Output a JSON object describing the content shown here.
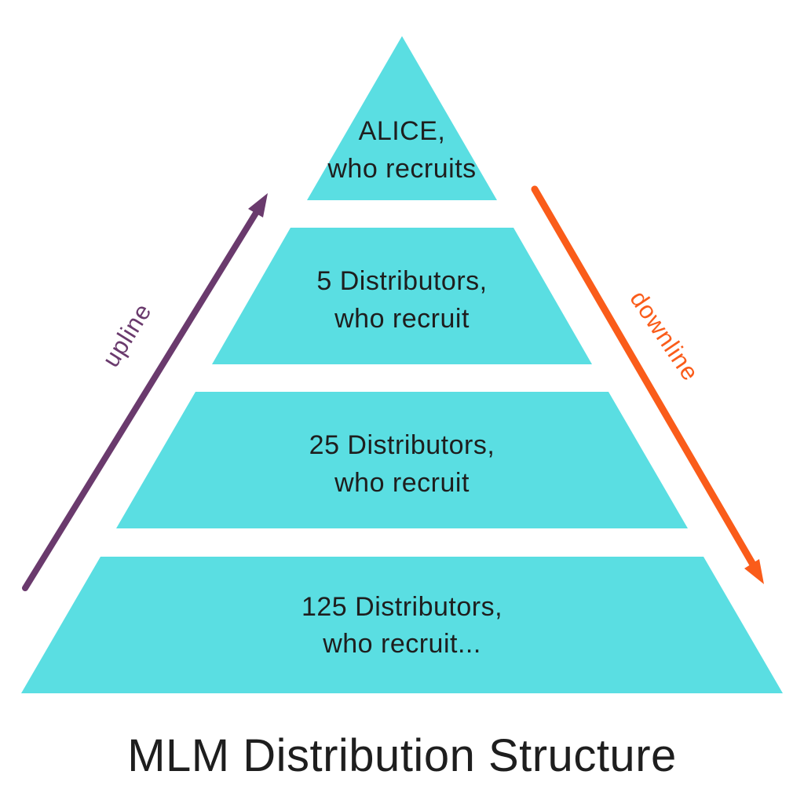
{
  "title": "MLM Distribution Structure",
  "colors": {
    "tier_fill": "#5ADEE2",
    "upline": "#6A3A6D",
    "downline": "#FA5C1A",
    "label_text": "#1E1E1E"
  },
  "pyramid": {
    "tiers": [
      {
        "line1": "ALICE,",
        "line2": "who recruits"
      },
      {
        "line1": "5 Distributors,",
        "line2": "who recruit"
      },
      {
        "line1": "25 Distributors,",
        "line2": "who recruit"
      },
      {
        "line1": "125 Distributors,",
        "line2": "who recruit..."
      }
    ]
  },
  "arrows": {
    "upline": {
      "label": "upline"
    },
    "downline": {
      "label": "downline"
    }
  }
}
